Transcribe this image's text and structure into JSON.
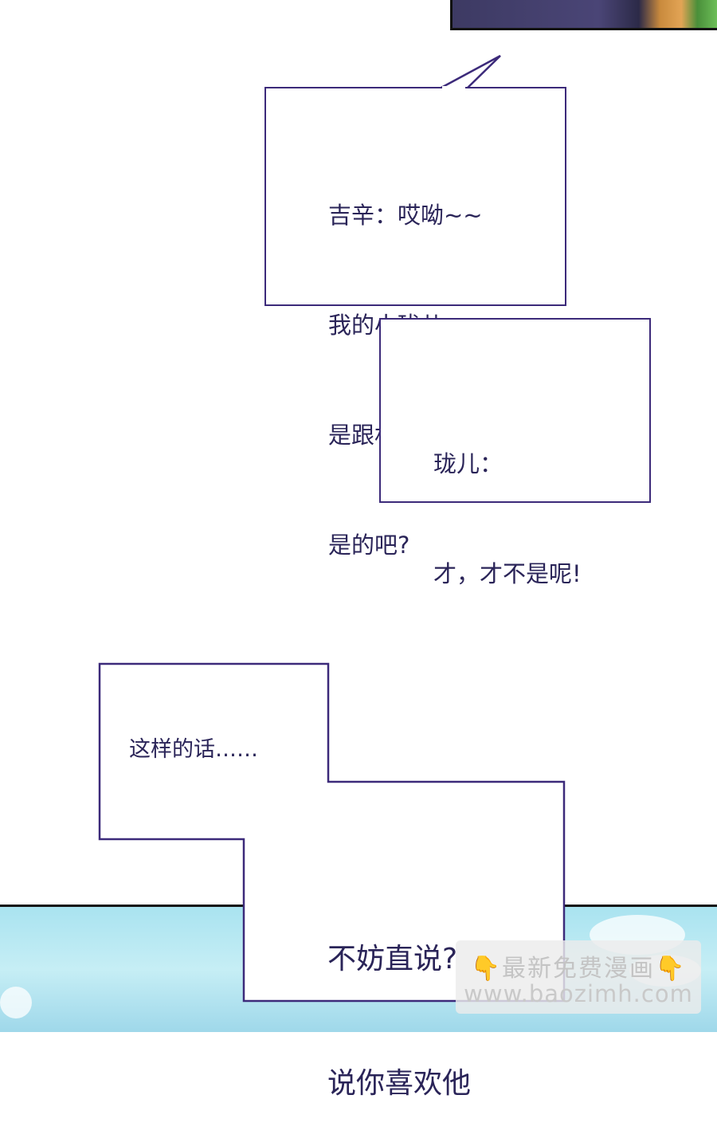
{
  "bubbles": {
    "first": {
      "lines": [
        "吉辛：哎呦~~",
        "我的小珑儿~",
        "是跟林枫吧?",
        "是的吧?"
      ]
    },
    "second": {
      "lines": [
        "珑儿：",
        "才，才不是呢!"
      ]
    },
    "third": {
      "upper": "这样的话……",
      "lower_lines": [
        "不妨直说?",
        "说你喜欢他"
      ]
    }
  },
  "watermark": {
    "title": "最新免费漫画",
    "url": "www.baozimh.com",
    "icon": "pointing-down-hand-icon"
  },
  "colors": {
    "bubble_border": "#3c2a7a",
    "text": "#2a2458",
    "sky": "#a9e3f0"
  }
}
